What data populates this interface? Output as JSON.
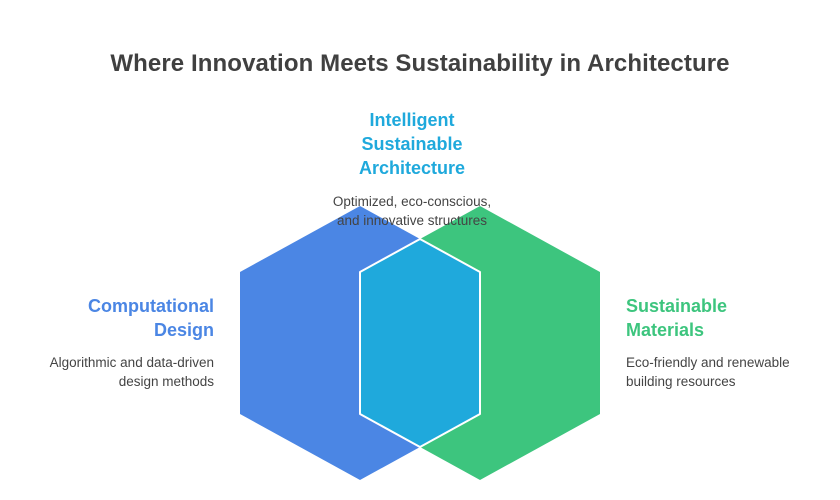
{
  "title": "Where Innovation Meets Sustainability in Architecture",
  "colors": {
    "computational": "#4b86e4",
    "sustainable": "#3dc57e",
    "intersection": "#1fa9dc",
    "title": "#404040",
    "description": "#444444"
  },
  "sets": {
    "intersection": {
      "heading_lines": [
        "Intelligent",
        "Sustainable",
        "Architecture"
      ],
      "description_lines": [
        "Optimized, eco-conscious,",
        "and innovative structures"
      ]
    },
    "left": {
      "heading_lines": [
        "Computational",
        "Design"
      ],
      "description_lines": [
        "Algorithmic and data-driven",
        "design methods"
      ]
    },
    "right": {
      "heading_lines": [
        "Sustainable",
        "Materials"
      ],
      "description_lines": [
        "Eco-friendly and renewable",
        "building resources"
      ]
    }
  }
}
